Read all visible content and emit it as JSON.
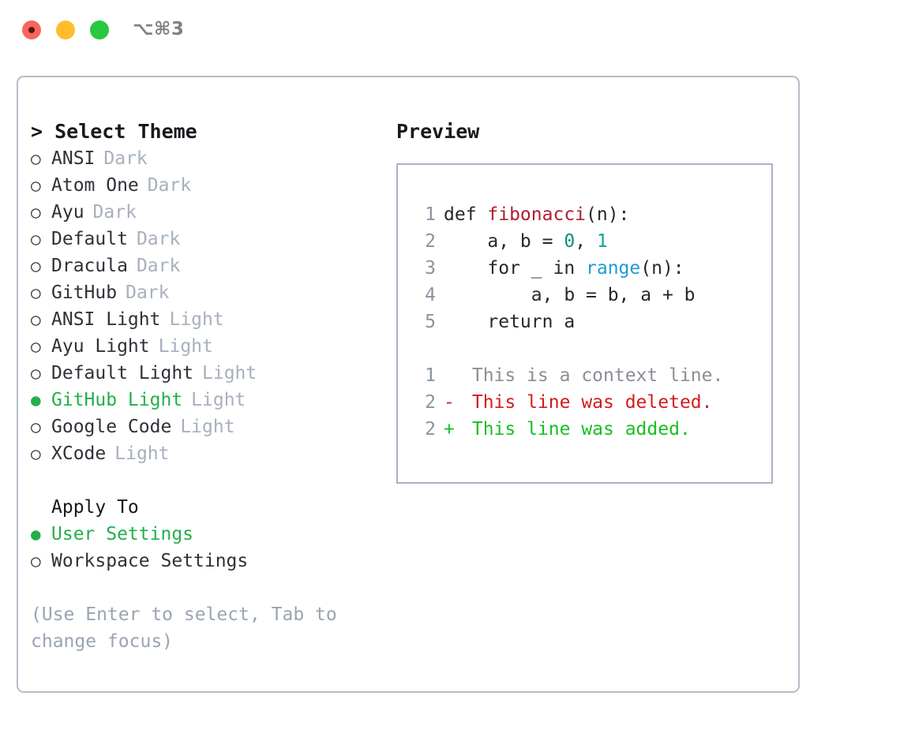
{
  "titlebar": {
    "shortcut": "⌥⌘3",
    "lights": [
      "close",
      "minimize",
      "zoom"
    ]
  },
  "left": {
    "heading": "> Select Theme",
    "themes": [
      {
        "marker": "○",
        "name": "ANSI",
        "variant": "Dark",
        "selected": false
      },
      {
        "marker": "○",
        "name": "Atom One",
        "variant": "Dark",
        "selected": false
      },
      {
        "marker": "○",
        "name": "Ayu",
        "variant": "Dark",
        "selected": false
      },
      {
        "marker": "○",
        "name": "Default",
        "variant": "Dark",
        "selected": false
      },
      {
        "marker": "○",
        "name": "Dracula",
        "variant": "Dark",
        "selected": false
      },
      {
        "marker": "○",
        "name": "GitHub",
        "variant": "Dark",
        "selected": false
      },
      {
        "marker": "○",
        "name": "ANSI Light",
        "variant": "Light",
        "selected": false
      },
      {
        "marker": "○",
        "name": "Ayu Light",
        "variant": "Light",
        "selected": false
      },
      {
        "marker": "○",
        "name": "Default Light",
        "variant": "Light",
        "selected": false
      },
      {
        "marker": "●",
        "name": "GitHub Light",
        "variant": "Light",
        "selected": true
      },
      {
        "marker": "○",
        "name": "Google Code",
        "variant": "Light",
        "selected": false
      },
      {
        "marker": "○",
        "name": "XCode",
        "variant": "Light",
        "selected": false
      }
    ],
    "apply_to": {
      "title": "Apply To",
      "options": [
        {
          "marker": "●",
          "label": "User Settings",
          "selected": true
        },
        {
          "marker": "○",
          "label": "Workspace Settings",
          "selected": false
        }
      ]
    },
    "hint": "(Use Enter to select, Tab to change focus)"
  },
  "right": {
    "title": "Preview",
    "code": [
      {
        "lineno": "1",
        "tokens": [
          {
            "text": "def ",
            "type": "plain"
          },
          {
            "text": "fibonacci",
            "type": "func"
          },
          {
            "text": "(n):",
            "type": "plain"
          }
        ]
      },
      {
        "lineno": "2",
        "tokens": [
          {
            "text": "    a, b = ",
            "type": "plain"
          },
          {
            "text": "0",
            "type": "num"
          },
          {
            "text": ", ",
            "type": "plain"
          },
          {
            "text": "1",
            "type": "num2"
          }
        ]
      },
      {
        "lineno": "3",
        "tokens": [
          {
            "text": "    for _ in ",
            "type": "plain"
          },
          {
            "text": "range",
            "type": "call"
          },
          {
            "text": "(n):",
            "type": "plain"
          }
        ]
      },
      {
        "lineno": "4",
        "tokens": [
          {
            "text": "        a, b = b, a + b",
            "type": "plain"
          }
        ]
      },
      {
        "lineno": "5",
        "tokens": [
          {
            "text": "    return a",
            "type": "plain"
          }
        ]
      }
    ],
    "diff": [
      {
        "lineno": "1",
        "sign": " ",
        "text": " This is a context line.",
        "kind": "context"
      },
      {
        "lineno": "2",
        "sign": "-",
        "text": " This line was deleted.",
        "kind": "deleted"
      },
      {
        "lineno": "2",
        "sign": "+",
        "text": " This line was added.",
        "kind": "added"
      }
    ]
  },
  "colors": {
    "accent_green": "#22b04a",
    "muted": "#a7b0bd",
    "hint": "#9aa4b2",
    "border": "#b4bdc9",
    "preview_border": "#aab4c4",
    "diff_add": "#16c020",
    "diff_del": "#d31b1b",
    "func": "#b0202e",
    "call": "#1e9bd6",
    "num": "#0f8d7e"
  }
}
